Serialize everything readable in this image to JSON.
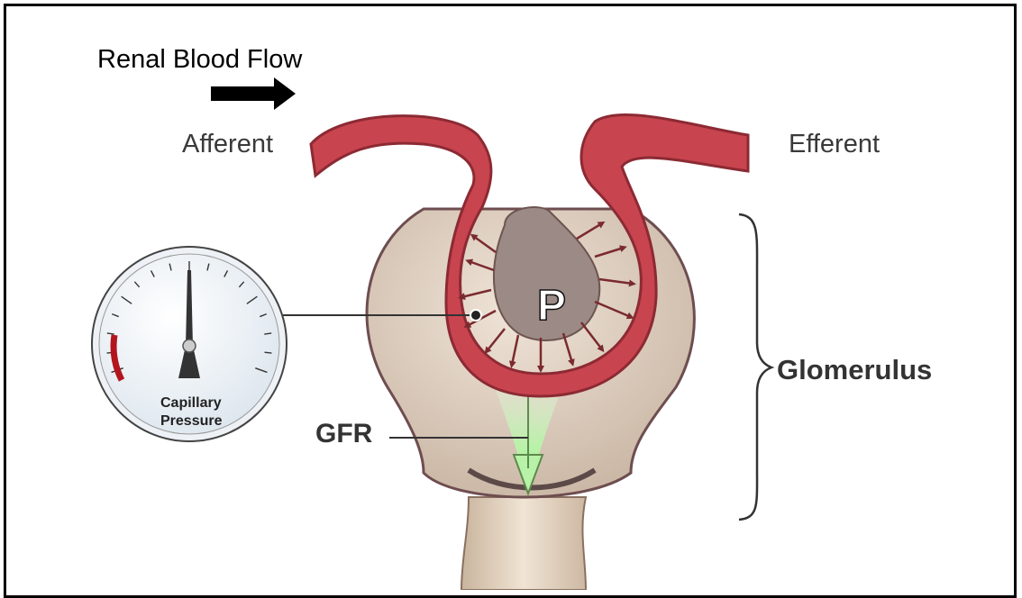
{
  "diagram": {
    "title": "Renal Blood Flow",
    "afferent_label": "Afferent",
    "efferent_label": "Efferent",
    "glomerulus_label": "Glomerulus",
    "gfr_label": "GFR",
    "gauge_label": "Capillary Pressure",
    "pressure_symbol": "P"
  },
  "colors": {
    "vessel": "#c8444f",
    "vessel_dark": "#8c2a33",
    "capsule": "#d9c9b8",
    "capsule_edge": "#7a5a5a",
    "filtrate": "#b8f2a8",
    "gauge_red": "#b3151c",
    "arrow": "#000000"
  }
}
